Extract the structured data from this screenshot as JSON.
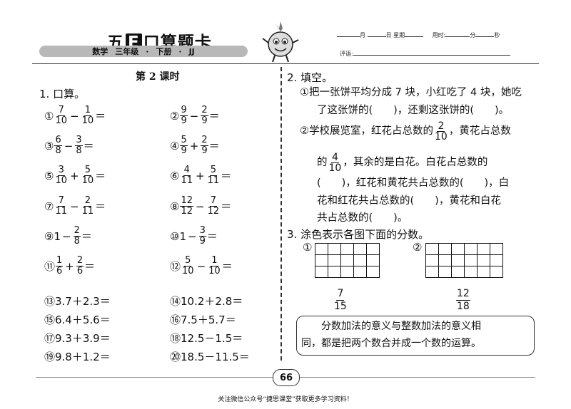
{
  "header": {
    "title_pre": "五",
    "title_e": "E",
    "title_post": "口算题卡",
    "subject": "数学",
    "grade": "三年级",
    "volume": "下册",
    "edition": "JJ",
    "date_fields": [
      "月",
      "日",
      "星期",
      "用时:",
      "分",
      "秒"
    ],
    "comment_label": "评语:"
  },
  "lesson": "第 2 课时",
  "q1": {
    "title": "1. 口算。",
    "rows": [
      [
        {
          "no": "①",
          "n1": "7",
          "d1": "10",
          "op": "−",
          "n2": "1",
          "d2": "10"
        },
        {
          "no": "②",
          "n1": "9",
          "d1": "9",
          "op": "−",
          "n2": "2",
          "d2": "9"
        }
      ],
      [
        {
          "no": "③",
          "n1": "6",
          "d1": "8",
          "op": "−",
          "n2": "3",
          "d2": "8"
        },
        {
          "no": "④",
          "n1": "5",
          "d1": "9",
          "op": "+",
          "n2": "2",
          "d2": "9"
        }
      ],
      [
        {
          "no": "⑤",
          "n1": "3",
          "d1": "10",
          "op": "+",
          "n2": "5",
          "d2": "10"
        },
        {
          "no": "⑥",
          "n1": "4",
          "d1": "11",
          "op": "+",
          "n2": "5",
          "d2": "11"
        }
      ],
      [
        {
          "no": "⑦",
          "n1": "7",
          "d1": "11",
          "op": "−",
          "n2": "2",
          "d2": "11"
        },
        {
          "no": "⑧",
          "n1": "12",
          "d1": "12",
          "op": "−",
          "n2": "7",
          "d2": "12"
        }
      ],
      [
        {
          "no": "⑨",
          "w": "1",
          "op": "−",
          "n2": "2",
          "d2": "8"
        },
        {
          "no": "⑩",
          "w": "1",
          "op": "−",
          "n2": "3",
          "d2": "9"
        }
      ],
      [
        {
          "no": "⑪",
          "n1": "1",
          "d1": "6",
          "op": "+",
          "n2": "2",
          "d2": "6"
        },
        {
          "no": "⑫",
          "n1": "5",
          "d1": "10",
          "op": "−",
          "n2": "1",
          "d2": "10"
        }
      ]
    ],
    "decimals": [
      [
        "⑬3.7＋2.3＝",
        "⑭10.2＋2.8＝"
      ],
      [
        "⑮6.4＋5.6＝",
        "⑯7.5＋5.7＝"
      ],
      [
        "⑰9.3＋3.9＝",
        "⑱12.5－1.5＝"
      ],
      [
        "⑲9.8＋1.2＝",
        "⑳18.5－11.5＝"
      ]
    ]
  },
  "q2": {
    "title": "2. 填空。",
    "p1_line1": "①把一张饼平均分成 7 块，小红吃了 4 块，她吃",
    "p1_line2": "了这张饼的(　　)，还剩这张饼的(　　)。",
    "p2_a": "②学校展览室，红花占总数的",
    "p2_a_n": "2",
    "p2_a_d": "10",
    "p2_b": "，黄花占总数",
    "p2_c": "的",
    "p2_c_n": "4",
    "p2_c_d": "10",
    "p2_d": "，其余的是白花。白花占总数的",
    "p2_line3": "(　　)，红花和黄花共占总数的(　　)，白",
    "p2_line4": "花和红花共占总数的(　　)，黄花和白花",
    "p2_line5": "共占总数的(　　)。"
  },
  "q3": {
    "title": "3. 涂色表示各图下面的分数。",
    "g1_label": "①",
    "g1_n": "7",
    "g1_d": "15",
    "g2_label": "②",
    "g2_n": "12",
    "g2_d": "18"
  },
  "note": {
    "line1": "分数加法的意义与整数加法的意义相",
    "line2": "同，都是把两个数合并成一个数的运算。"
  },
  "page_number": "66",
  "footer": "关注微信公众号“捷思课堂”获取更多学习资料！"
}
